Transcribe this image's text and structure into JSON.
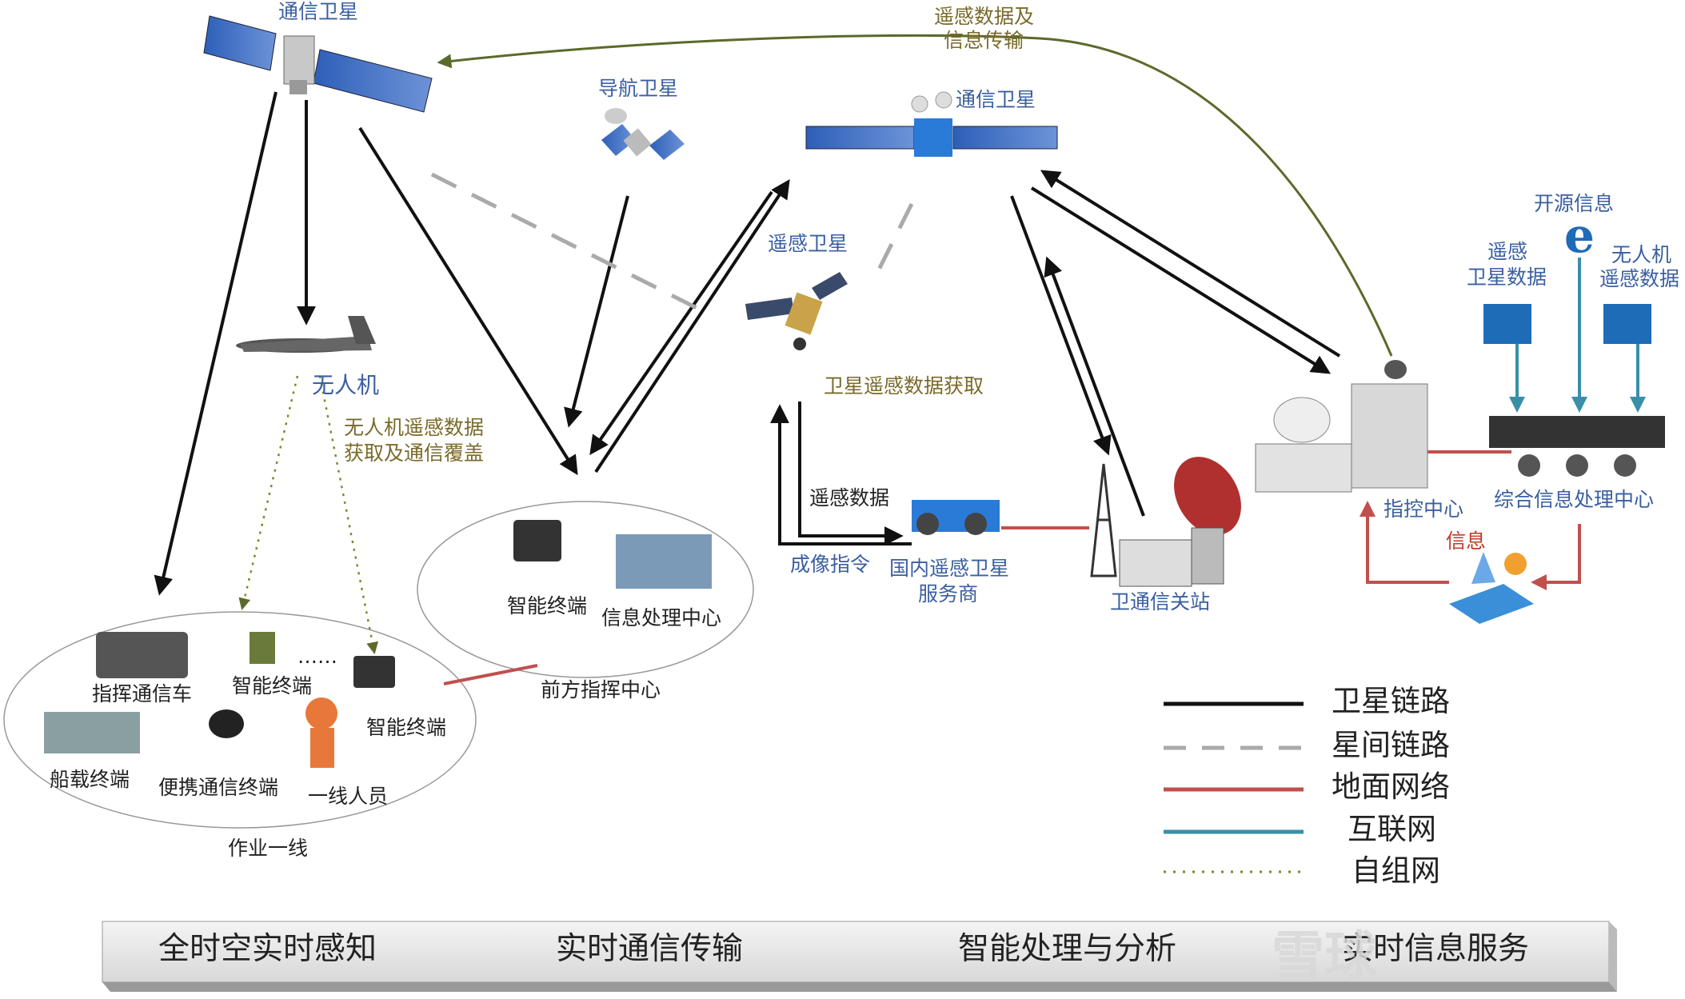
{
  "nodes": {
    "comm_sat_left": "通信卫星",
    "nav_sat": "导航卫星",
    "comm_sat_right": "通信卫星",
    "rs_sat": "遥感卫星",
    "uav": "无人机",
    "uav_note": [
      "无人机遥感数据",
      "获取及通信覆盖"
    ],
    "sat_rs_acq": "卫星遥感数据获取",
    "rs_data_link": [
      "遥感数据及",
      "信息传输"
    ],
    "open_info": "开源信息",
    "rs_sat_data": [
      "遥感",
      "卫星数据"
    ],
    "uav_rs_data": [
      "无人机",
      "遥感数据"
    ],
    "command_center": "指控中心",
    "info_center": "综合信息处理中心",
    "info": "信息",
    "gateway": "卫通信关站",
    "rs_data": "遥感数据",
    "imaging_cmd": "成像指令",
    "rs_provider": [
      "国内遥感卫星",
      "服务商"
    ],
    "smart_terminal_front": "智能终端",
    "info_proc_center": "信息处理中心",
    "forward_cmd": "前方指挥中心",
    "cmd_vehicle": "指挥通信车",
    "smart_terminal_1": "智能终端",
    "dots": "……",
    "smart_terminal_2": "智能终端",
    "ship_terminal": "船载终端",
    "portable_terminal": "便携通信终端",
    "frontline_staff": "一线人员",
    "field_ops": "作业一线"
  },
  "legend": [
    {
      "label": "卫星链路",
      "style": "solid",
      "color": "#111111"
    },
    {
      "label": "星间链路",
      "style": "dashed",
      "color": "#aaaaaa"
    },
    {
      "label": "地面网络",
      "style": "solid",
      "color": "#c0504d"
    },
    {
      "label": "互联网",
      "style": "solid",
      "color": "#3a8fa8"
    },
    {
      "label": "自组网",
      "style": "dotted",
      "color": "#7a8a2a"
    }
  ],
  "band": [
    "全时空实时感知",
    "实时通信传输",
    "智能处理与分析",
    "实时信息服务"
  ],
  "watermark": "雪球",
  "colors": {
    "satellite_link": "#111111",
    "inter_sat": "#aaaaaa",
    "ground": "#c0504d",
    "internet": "#3a8fa8",
    "adhoc": "#7a8a2a",
    "label_blue": "#3a5fa0",
    "label_olive": "#7a6a2a"
  }
}
